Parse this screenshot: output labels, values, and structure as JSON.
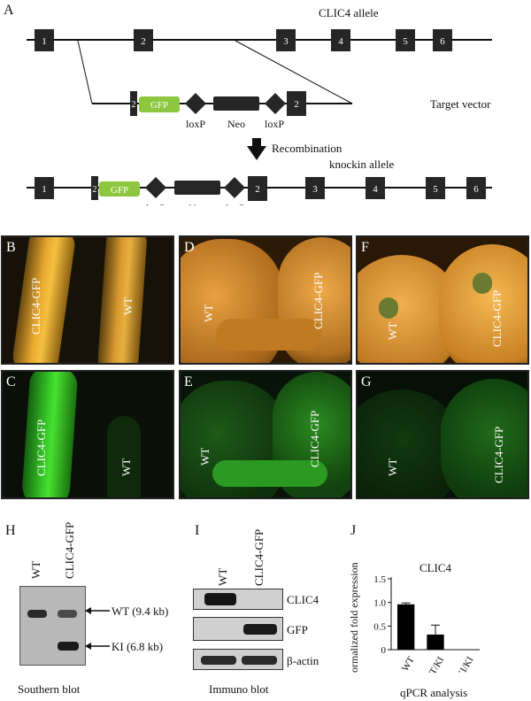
{
  "panel_a": {
    "label": "A",
    "allele_title": "CLIC4 allele",
    "allele_exons": [
      "1",
      "2",
      "3",
      "4",
      "5",
      "6"
    ],
    "target_vector_label": "Target vector",
    "vector_exon_left": "2",
    "vector_exon_right": "2",
    "gfp_label": "GFP",
    "loxp_label": "loxP",
    "neo_label": "Neo",
    "recombination_label": "Recombination",
    "knockin_title": "knockin allele",
    "knockin_exons": [
      "1",
      "2",
      "2",
      "3",
      "4",
      "5",
      "6"
    ],
    "colors": {
      "exon": "#262626",
      "gfp": "#8dc63f",
      "line": "#111111"
    }
  },
  "photos": {
    "b": {
      "label": "B",
      "left": "CLIC4-GFP",
      "right": "WT"
    },
    "c": {
      "label": "C",
      "left": "CLIC4-GFP",
      "right": "WT"
    },
    "d": {
      "label": "D",
      "left": "WT",
      "right": "CLIC4-GFP"
    },
    "e": {
      "label": "E",
      "left": "WT",
      "right": "CLIC4-GFP"
    },
    "f": {
      "label": "F",
      "left": "WT",
      "right": "CLIC4-GFP"
    },
    "g": {
      "label": "G",
      "left": "WT",
      "right": "CLIC4-GFP"
    }
  },
  "panel_h": {
    "label": "H",
    "lanes": [
      "WT",
      "CLIC4-GFP"
    ],
    "band_wt": "WT (9.4 kb)",
    "band_ki": "KI (6.8 kb)",
    "caption": "Southern blot"
  },
  "panel_i": {
    "label": "I",
    "lanes": [
      "WT",
      "CLIC4-GFP"
    ],
    "rows": [
      "CLIC4",
      "GFP",
      "β-actin"
    ],
    "caption": "Immuno blot"
  },
  "panel_j": {
    "label": "J",
    "caption": "qPCR analysis"
  },
  "chart_data": {
    "type": "bar",
    "title": "CLIC4",
    "ylabel": "Normalized fold expression",
    "categories": [
      "WT",
      "WT/KI",
      "KI/KI"
    ],
    "values": [
      0.96,
      0.32,
      0.0
    ],
    "errors": [
      0.03,
      0.2,
      0.0
    ],
    "ylim": [
      0,
      1.5
    ],
    "yticks": [
      "0",
      "0.5",
      "1.0",
      "1.5"
    ],
    "tick_values": [
      0,
      0.5,
      1.0,
      1.5
    ],
    "grid": false,
    "bar_color": "#000000"
  }
}
